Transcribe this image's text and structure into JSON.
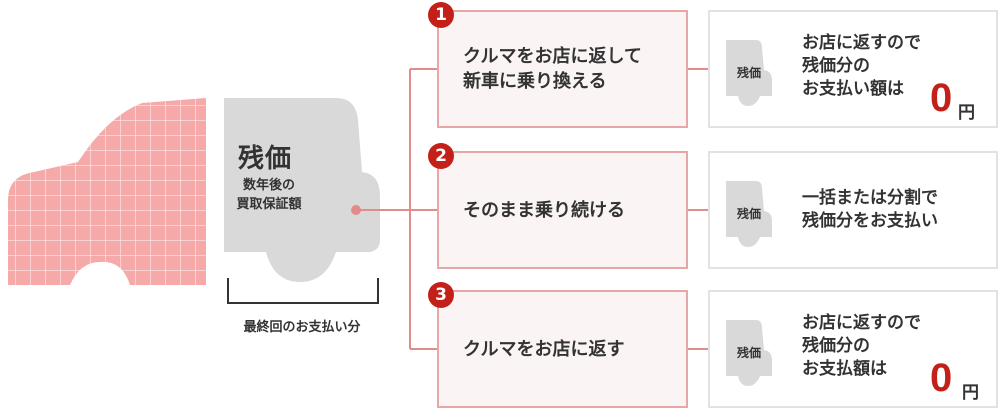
{
  "car": {
    "title": "残価",
    "subtitle_line1": "数年後の",
    "subtitle_line2": "買取保証額",
    "bracket_label": "最終回のお支払い分"
  },
  "colors": {
    "accent": "#c4201a",
    "line": "#e08c8c",
    "box_border": "#e8a7a7",
    "box_fill": "#fbf4f4",
    "grid_fill": "#f6a9a9",
    "gray_car": "#d9d9d9",
    "gray_border": "#e2e2e2"
  },
  "options": [
    {
      "number": "1",
      "text": "クルマをお店に返して\n新車に乗り換える",
      "result_label": "残価",
      "result_text": "お店に返すので\n残価分の\nお支払い額は",
      "result_value": "0",
      "result_unit": "円"
    },
    {
      "number": "2",
      "text": "そのまま乗り続ける",
      "result_label": "残価",
      "result_text": "一括または分割で\n残価分をお支払い",
      "result_value": "",
      "result_unit": ""
    },
    {
      "number": "3",
      "text": "クルマをお店に返す",
      "result_label": "残価",
      "result_text": "お店に返すので\n残価分の\nお支払額は",
      "result_value": "0",
      "result_unit": "円"
    }
  ]
}
